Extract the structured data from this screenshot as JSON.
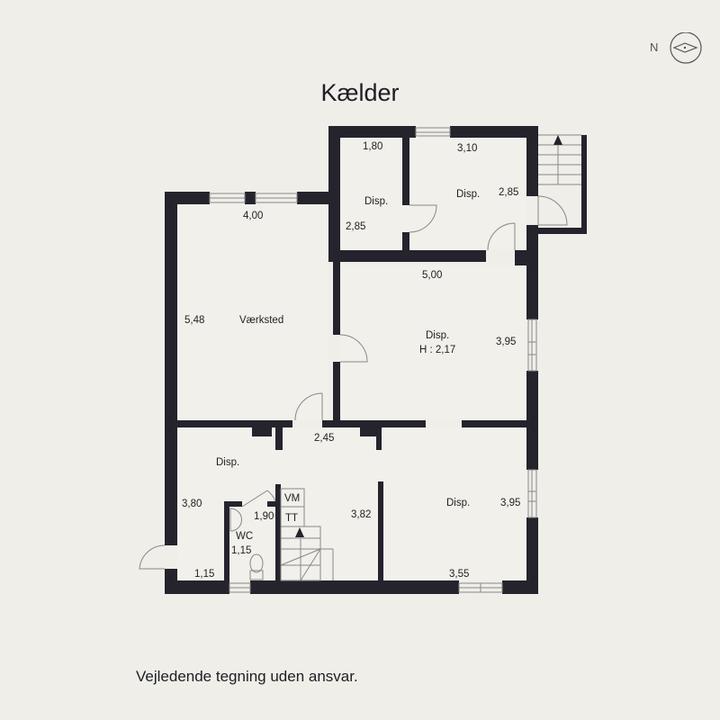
{
  "title": "Kælder",
  "footer": "Vejledende tegning uden ansvar.",
  "compass": {
    "label": "N",
    "icon": "compass-icon"
  },
  "colors": {
    "background": "#efeee9",
    "wall": "#25232c",
    "floor": "#f1f0eb",
    "line": "#888888"
  },
  "rooms": [
    {
      "id": "disp-small",
      "name": "Disp.",
      "width": "1,80",
      "depth": "2,85"
    },
    {
      "id": "disp-upper",
      "name": "Disp.",
      "width": "3,10",
      "depth": "2,85"
    },
    {
      "id": "vaerksted",
      "name": "Værksted",
      "width": "4,00",
      "depth": "5,48"
    },
    {
      "id": "disp-center",
      "name": "Disp.",
      "height_label": "H : 2,17",
      "width": "5,00",
      "depth": "3,95"
    },
    {
      "id": "disp-lower-left",
      "name": "Disp.",
      "width": "2,45",
      "depth": "3,80",
      "extra": "1,15"
    },
    {
      "id": "wc",
      "name": "WC",
      "width": "1,15",
      "depth": "1,90"
    },
    {
      "id": "hall",
      "depth": "3,82"
    },
    {
      "id": "disp-lower-right",
      "name": "Disp.",
      "width": "3,55",
      "depth": "3,95"
    }
  ],
  "fixtures": {
    "vm": "VM",
    "tt": "TT"
  }
}
